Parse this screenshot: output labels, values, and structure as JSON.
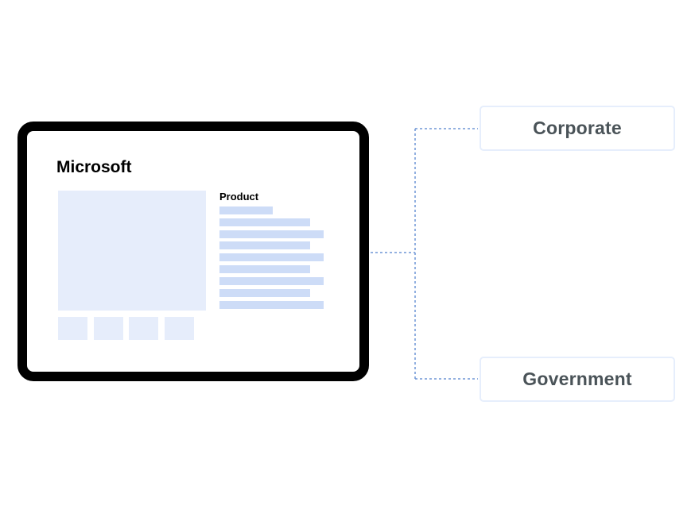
{
  "device": {
    "brand": "Microsoft",
    "product_title": "Product"
  },
  "nodes": [
    {
      "label": "Corporate"
    },
    {
      "label": "Government"
    }
  ],
  "colors": {
    "frame": "#000000",
    "placeholder_image": "#e6edfb",
    "placeholder_text": "#cddcf7",
    "connector": "#6f96d6",
    "node_border": "#e6eefc",
    "node_text": "#4a5358"
  }
}
